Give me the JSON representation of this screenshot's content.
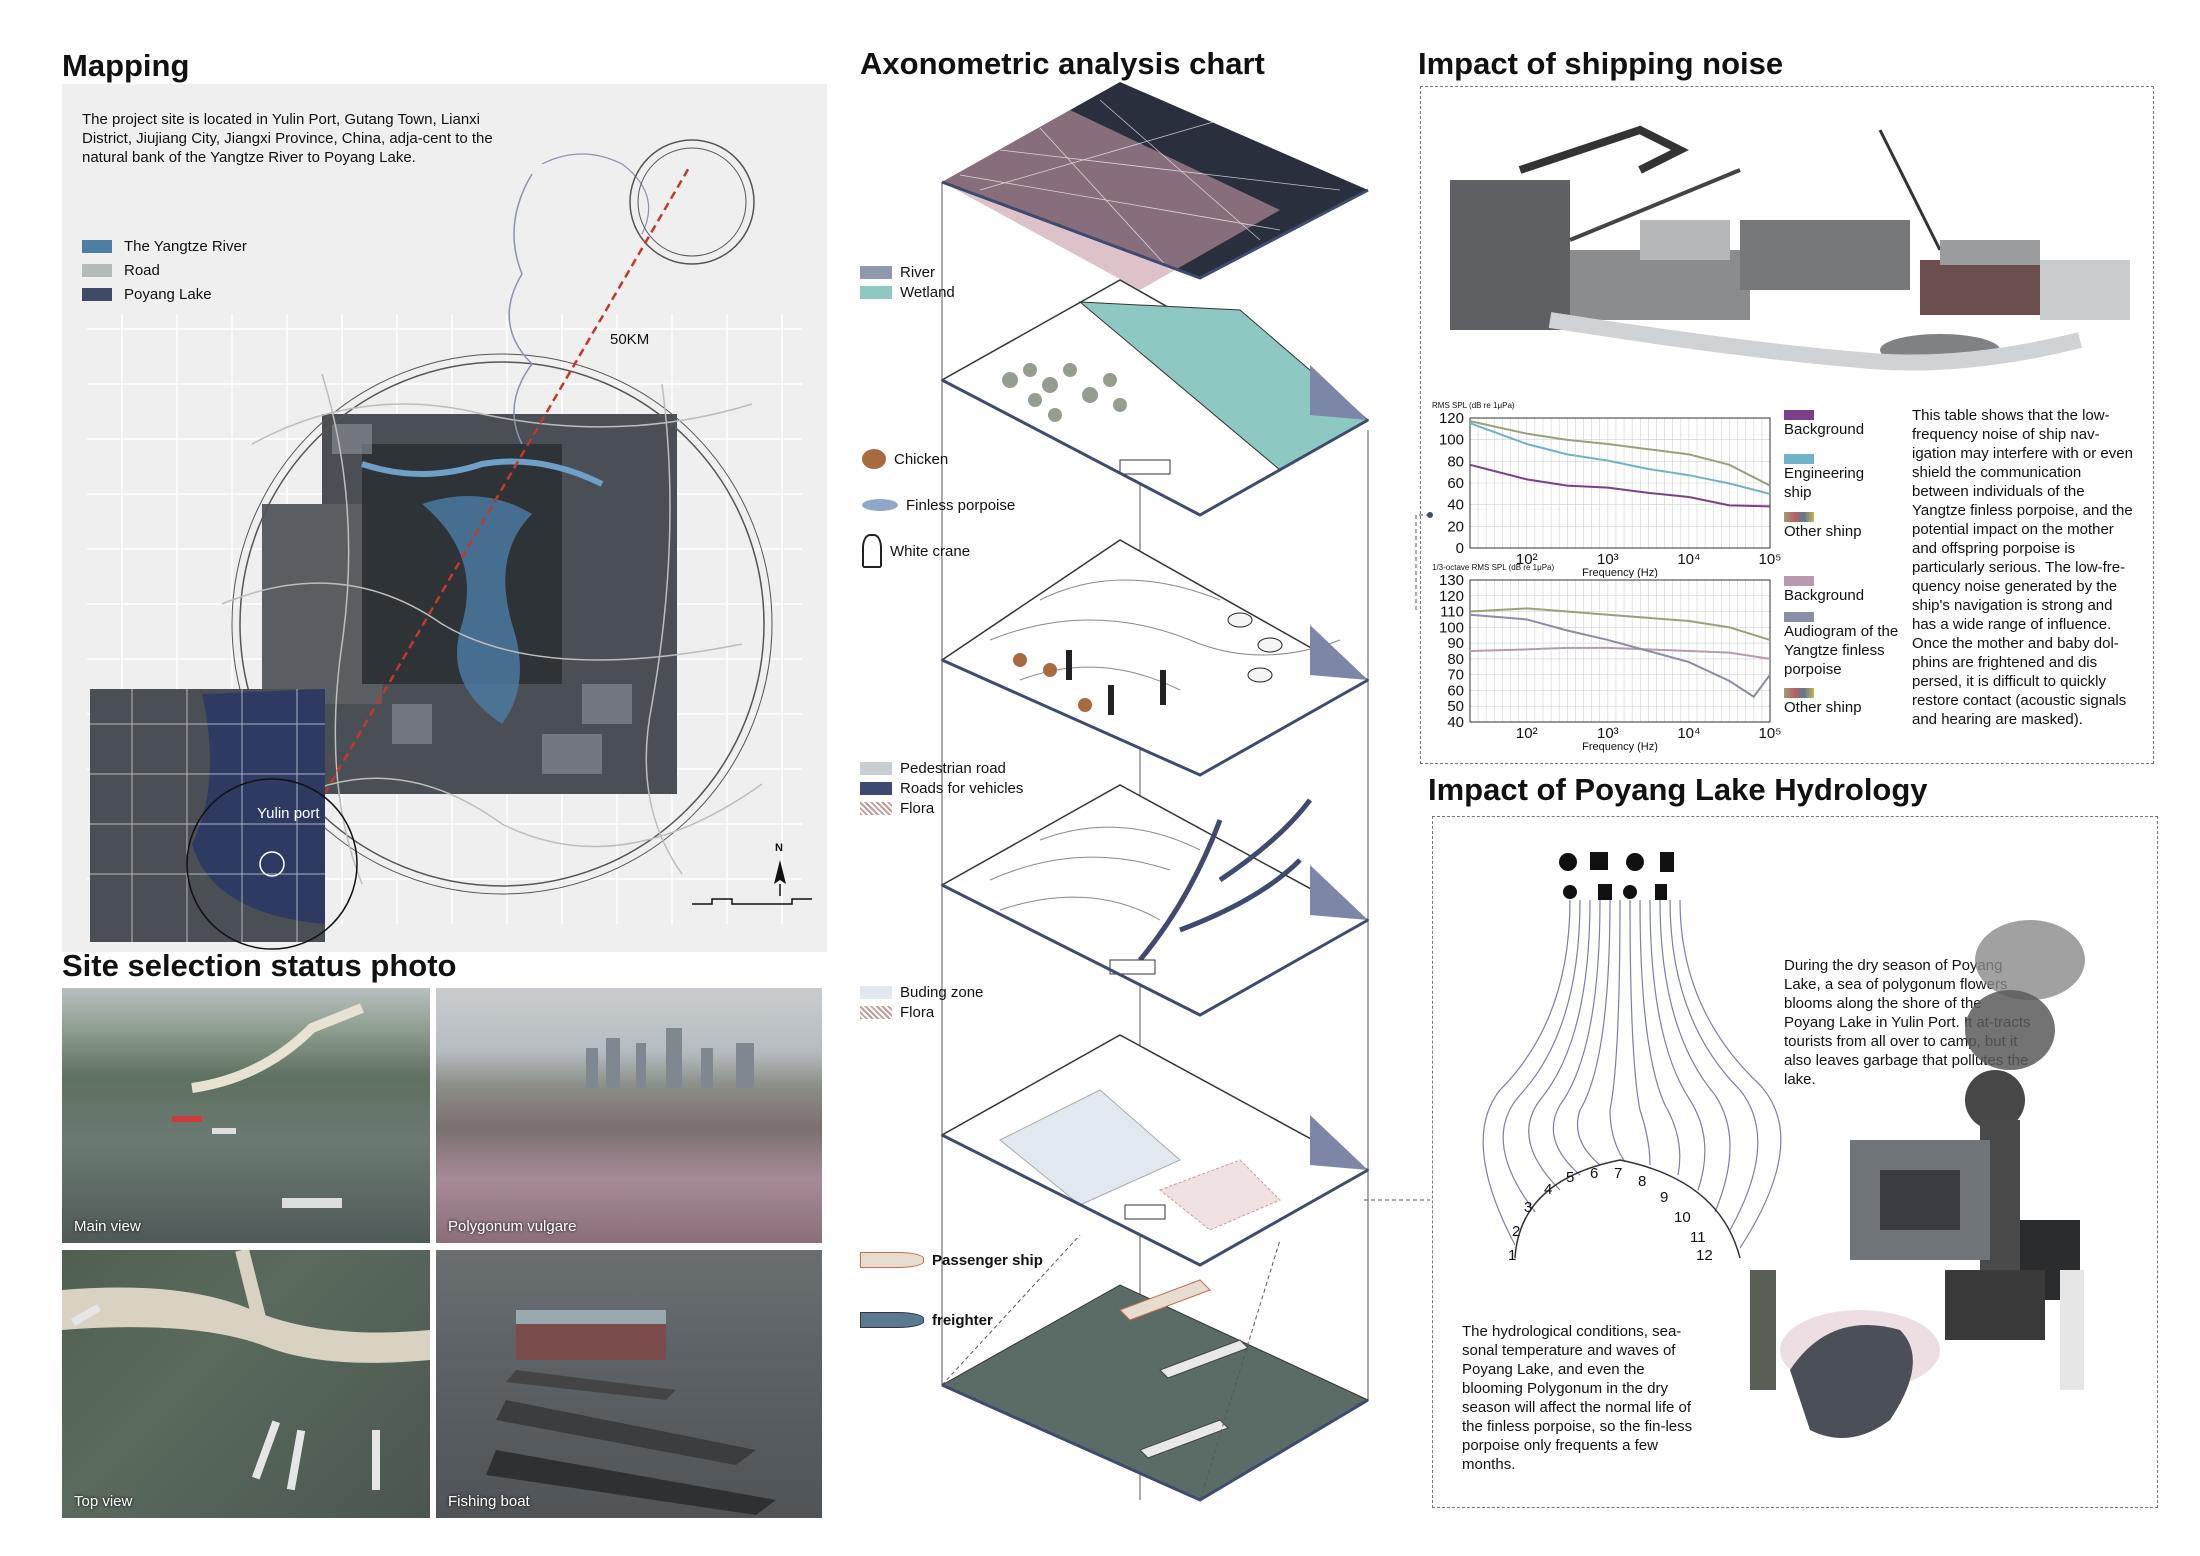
{
  "mapping": {
    "title": "Mapping",
    "description": "The project site is located in Yulin Port, Gutang Town, Lianxi District, Jiujiang City, Jiangxi Province, China, adja-cent to the natural bank of the Yangtze River to Poyang Lake.",
    "legend": [
      {
        "label": "The Yangtze River",
        "color": "#4d7ea3"
      },
      {
        "label": "Road",
        "color": "#b7bbb7"
      },
      {
        "label": "Poyang Lake",
        "color": "#3e4a66"
      }
    ],
    "distance_label": "50KM",
    "port_label": "Yulin port",
    "north_label": "N"
  },
  "site_photos": {
    "title": "Site selection status photo",
    "captions": [
      "Main view",
      "Polygonum vulgare",
      "Top view",
      "Fishing boat"
    ]
  },
  "axonometric": {
    "title": "Axonometric analysis chart",
    "layer1_legend": [
      {
        "label": "River",
        "color": "#8f98ad"
      },
      {
        "label": "Wetland",
        "color": "#8dc8c2"
      }
    ],
    "layer2_legend": [
      "Chicken",
      "Finless porpoise",
      "White crane"
    ],
    "layer3_legend": [
      {
        "label": "Pedestrian road",
        "color": "#c9ced2"
      },
      {
        "label": "Roads for vehicles",
        "color": "#3e4a70"
      },
      {
        "label": "Flora",
        "color": "#c59a9a"
      }
    ],
    "layer4_legend": [
      {
        "label": "Buding zone",
        "color": "#e1e8f0"
      },
      {
        "label": "Flora",
        "color": "#c59a9a"
      }
    ],
    "layer5_legend": [
      "Passenger ship",
      "freighter"
    ]
  },
  "shipping": {
    "title": "Impact of shipping noise",
    "description": "This table shows that the low-frequency noise of ship nav-igation may interfere with or even shield the communication between individuals of the Yangtze finless porpoise, and the potential impact on the mother and offspring porpoise is particularly serious. The low-fre-quency noise generated by the ship's navigation is strong and has a wide range of influence. Once the mother and baby dol-phins are frightened and dis persed, it is difficult to quickly restore contact (acoustic signals and hearing are masked).",
    "chart1_legend": [
      {
        "label": "Background",
        "color": "#7b3f8c"
      },
      {
        "label": "Engineering ship",
        "color": "#6fb3c8"
      },
      {
        "label": "Other shinp",
        "color": "#9aa07a"
      }
    ],
    "chart2_legend": [
      {
        "label": "Background",
        "color": "#b79ab0"
      },
      {
        "label": "Audiogram of the Yangtze finless porpoise",
        "color": "#8a8da8"
      },
      {
        "label": "Other shinp",
        "color": "#9aa07a"
      }
    ]
  },
  "chart_data": [
    {
      "type": "line",
      "ylabel": "RMS SPL (dB re 1μPa)",
      "xlabel": "Frequency (Hz)",
      "yticks": [
        "120",
        "100",
        "80",
        "60",
        "40",
        "20",
        "0"
      ],
      "xticks": [
        "10²",
        "10³",
        "10⁴",
        "10⁵"
      ],
      "ylim": [
        0,
        125
      ],
      "xlim_log": [
        1.3,
        5.0
      ],
      "series": [
        {
          "name": "Background",
          "color": "#7b3f8c",
          "x": [
            1.3,
            2.0,
            2.5,
            3.0,
            3.5,
            4.0,
            4.5,
            5.0
          ],
          "y": [
            80,
            66,
            60,
            58,
            53,
            49,
            41,
            40
          ]
        },
        {
          "name": "Engineering ship",
          "color": "#6fb3c8",
          "x": [
            1.3,
            2.0,
            2.5,
            3.0,
            3.5,
            4.0,
            4.5,
            5.0
          ],
          "y": [
            120,
            100,
            90,
            84,
            76,
            70,
            62,
            52
          ]
        },
        {
          "name": "Other shinp",
          "color": "#9aa07a",
          "x": [
            1.3,
            2.0,
            2.5,
            3.0,
            3.5,
            4.0,
            4.5,
            5.0
          ],
          "y": [
            122,
            110,
            104,
            100,
            95,
            90,
            80,
            60
          ]
        }
      ]
    },
    {
      "type": "line",
      "ylabel": "1/3-octave RMS SPL (dB re 1μPa)",
      "xlabel": "Frequency (Hz)",
      "yticks": [
        "130",
        "120",
        "110",
        "100",
        "90",
        "80",
        "70",
        "60",
        "50",
        "40"
      ],
      "xticks": [
        "10²",
        "10³",
        "10⁴",
        "10⁵"
      ],
      "ylim": [
        40,
        130
      ],
      "xlim_log": [
        1.3,
        5.0
      ],
      "series": [
        {
          "name": "Background",
          "color": "#b79ab0",
          "x": [
            1.3,
            2.0,
            2.5,
            3.0,
            3.5,
            4.0,
            4.5,
            5.0
          ],
          "y": [
            85,
            86,
            87,
            87,
            86,
            85,
            84,
            80
          ]
        },
        {
          "name": "Audiogram of the Yangtze finless porpoise",
          "color": "#8a8da8",
          "x": [
            1.3,
            2.0,
            2.5,
            3.0,
            3.5,
            4.0,
            4.5,
            4.8,
            5.0
          ],
          "y": [
            108,
            105,
            98,
            92,
            85,
            78,
            66,
            56,
            70
          ]
        },
        {
          "name": "Other shinp",
          "color": "#9aa07a",
          "x": [
            1.3,
            2.0,
            2.5,
            3.0,
            3.5,
            4.0,
            4.5,
            5.0
          ],
          "y": [
            110,
            112,
            110,
            108,
            106,
            104,
            100,
            92
          ]
        }
      ]
    }
  ],
  "hydrology": {
    "title": "Impact of Poyang Lake Hydrology",
    "dial_numbers": [
      "1",
      "2",
      "3",
      "4",
      "5",
      "6",
      "7",
      "8",
      "9",
      "10",
      "11",
      "12"
    ],
    "text_left": "The hydrological conditions, sea-sonal temperature and waves of Poyang Lake, and even the blooming Polygonum in the dry season will affect the normal life of the finless porpoise, so the fin-less porpoise only frequents a few months.",
    "text_right": "During the dry season of Poyang Lake, a sea of polygonum flowers blooms along the shore of the Poyang Lake in Yulin Port. It at-tracts tourists from all over to camp, but it also leaves garbage that pollutes the lake."
  }
}
